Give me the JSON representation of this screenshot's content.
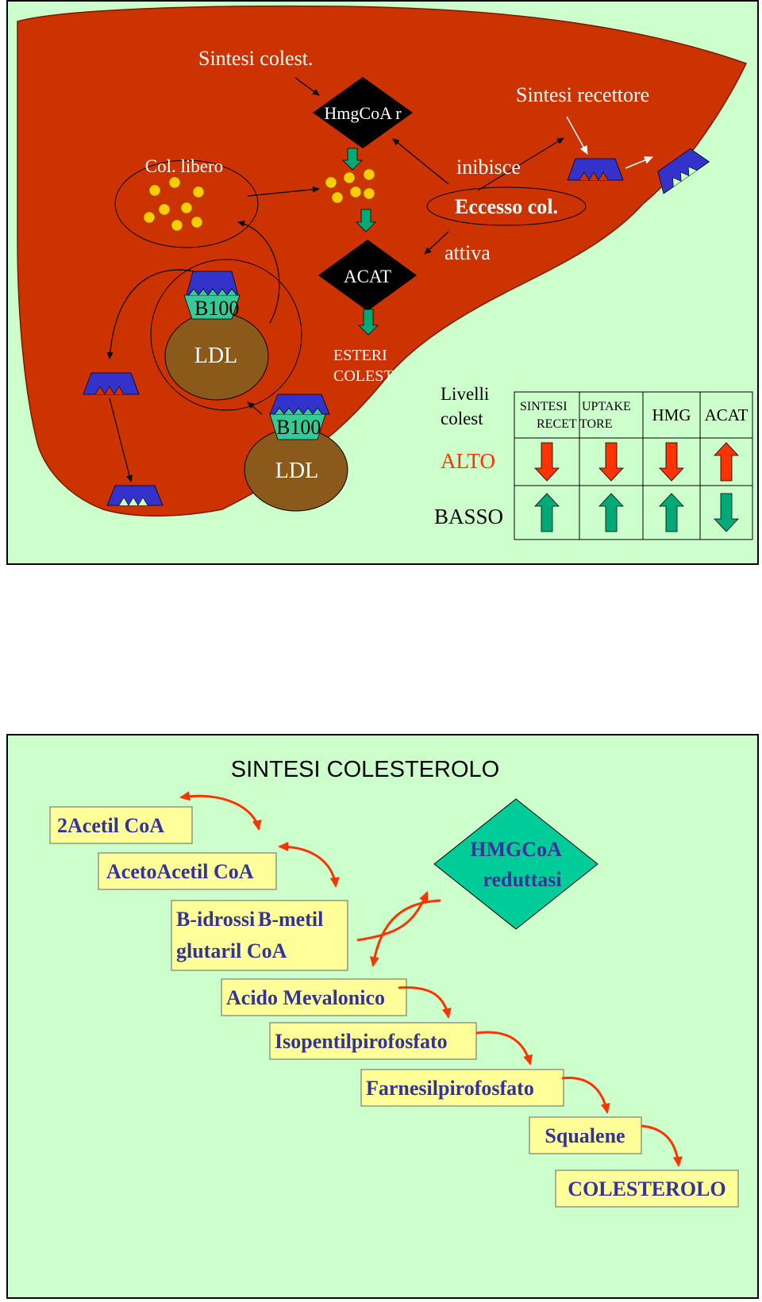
{
  "slide1": {
    "labels": {
      "sintesi_colest": "Sintesi colest.",
      "hmgcoa_r": "HmgCoA r",
      "sintesi_recettore": "Sintesi recettore",
      "col_libero": "Col. libero",
      "inibisce": "inibisce",
      "eccesso_col": "Eccesso col.",
      "attiva": "attiva",
      "acat": "ACAT",
      "b100_inner": "B100",
      "ldl_inner": "LDL",
      "esteri": "ESTERI",
      "colest": "COLEST.",
      "b100_outer": "B100",
      "ldl_outer": "LDL"
    },
    "table": {
      "header_livelli": "Livelli",
      "header_colest": "colest",
      "col_sintesi_top": "SINTESI",
      "col_uptake_top": "UPTAKE",
      "col_recettore_left": "RECET",
      "col_recettore_right": "TORE",
      "col_hmg": "HMG",
      "col_acat": "ACAT",
      "row_alto": "ALTO",
      "row_basso": "BASSO",
      "alto_arrows": [
        "down",
        "down",
        "down",
        "up"
      ],
      "basso_arrows": [
        "up",
        "up",
        "up",
        "down"
      ]
    },
    "colors": {
      "liver": "#cc3300",
      "background": "#ccffcc",
      "receptor": "#3333cc",
      "ldl": "#8b5a1a",
      "cholesterol_dot": "#ffcc00",
      "green_arrow": "#00aa77",
      "red_arrow": "#ff3300",
      "b100": "#33cc99"
    }
  },
  "slide2": {
    "title": "SINTESI COLESTEROLO",
    "steps": {
      "acetil": "2Acetil CoA",
      "acetoacetil": "AcetoAcetil CoA",
      "hmg_line1_a": "B-idrossi",
      "hmg_line1_b": "B-metil",
      "hmg_line2": "glutaril CoA",
      "mevalonico": "Acido Mevalonico",
      "isopentil": "Isopentilpirofosfato",
      "farnesil": "Farnesilpirofosfato",
      "squalene": "Squalene",
      "colesterolo": "COLESTEROLO"
    },
    "enzyme_line1": "HMGCoA",
    "enzyme_line2": "reduttasi",
    "colors": {
      "box_fill": "#ffff99",
      "box_text": "#333399",
      "enzyme_fill": "#00cc99",
      "arrow": "#ff3300"
    }
  }
}
